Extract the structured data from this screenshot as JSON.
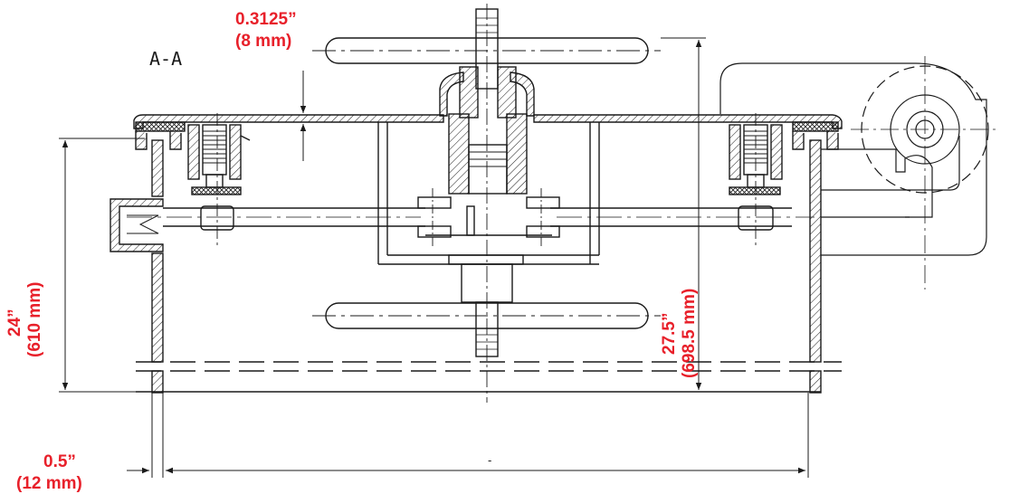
{
  "drawing": {
    "section_label": "A-A",
    "dimensions": {
      "wall_thickness": {
        "imperial": "0.3125”",
        "metric": "(8 mm)"
      },
      "inner_height": {
        "imperial": "24”",
        "metric": "(610 mm)"
      },
      "overall_height": {
        "imperial": "27.5”",
        "metric": "(698.5 mm)"
      },
      "side_wall": {
        "imperial": "0.5”",
        "metric": "(12 mm)"
      },
      "width": {
        "label": "-"
      }
    },
    "colors": {
      "line": "#1a1a1a",
      "dimension_text": "#e8202a"
    }
  }
}
